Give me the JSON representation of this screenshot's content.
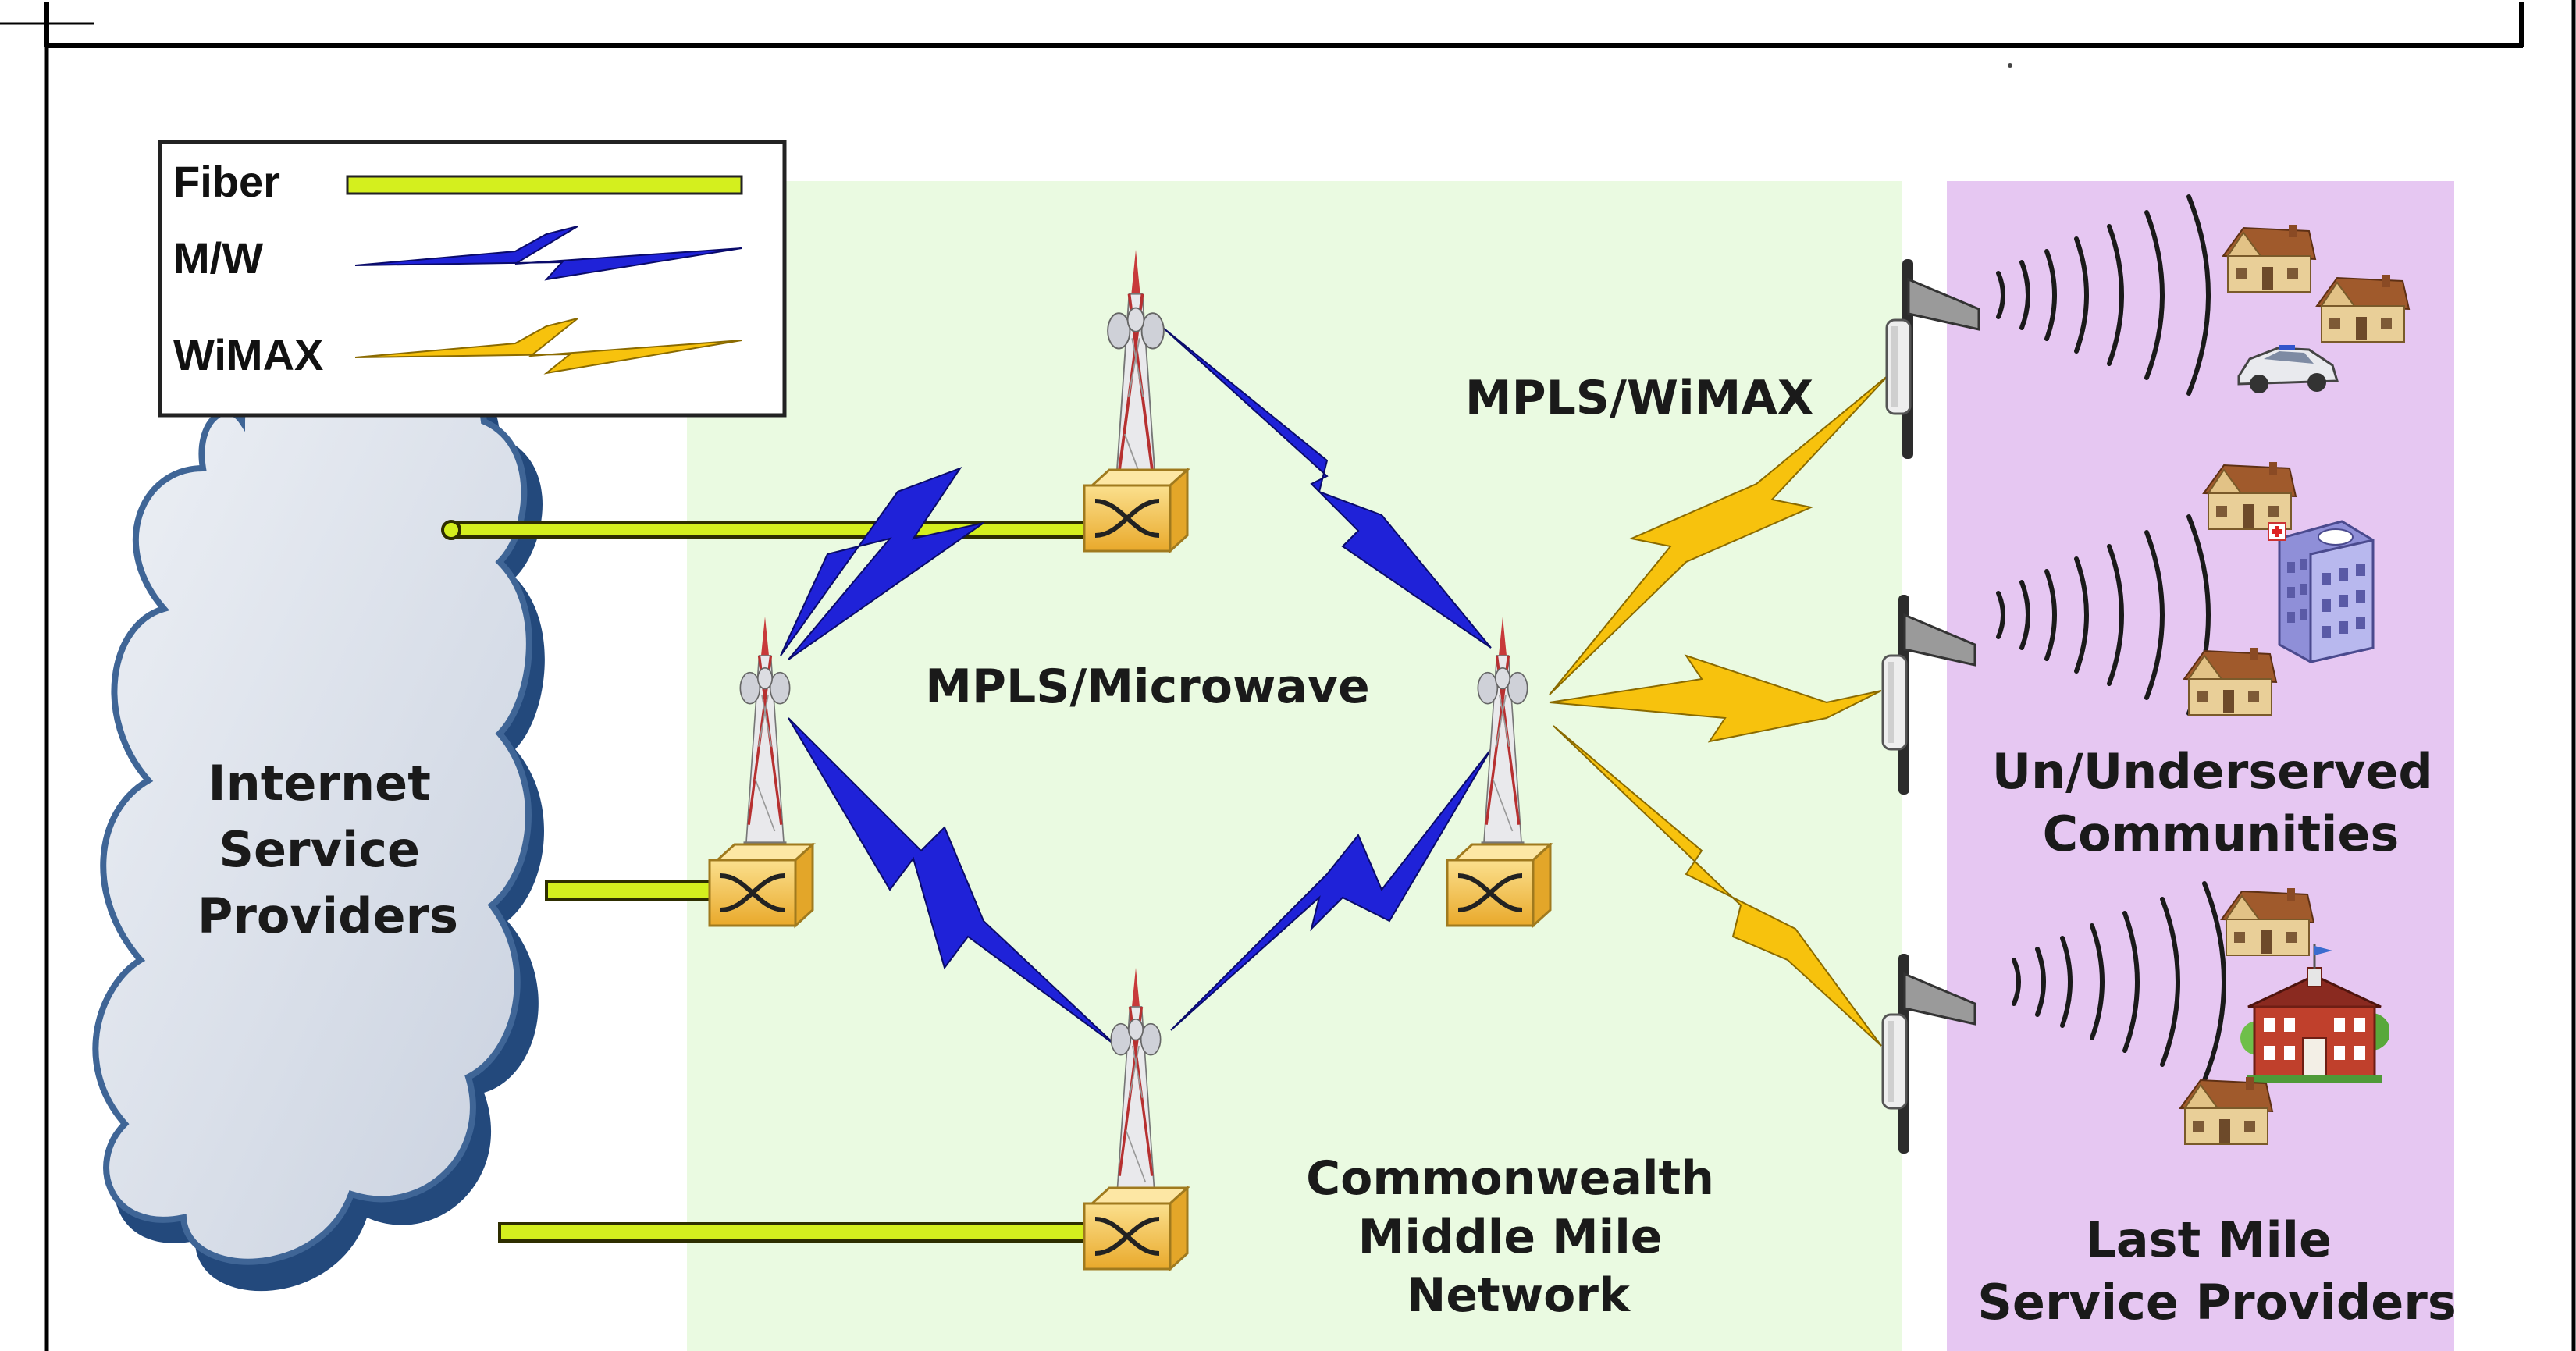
{
  "legend": {
    "fiber": "Fiber",
    "microwave": "M/W",
    "wimax": "WiMAX"
  },
  "labels": {
    "isp": [
      "Internet",
      "Service",
      "Providers"
    ],
    "microwave_ring": "MPLS/Microwave",
    "wimax_link": "MPLS/WiMAX",
    "middle_mile": [
      "Commonwealth",
      "Middle Mile",
      "Network"
    ],
    "communities": [
      "Un/Underserved",
      "Communities"
    ],
    "last_mile": [
      "Last Mile",
      "Service Providers"
    ]
  },
  "colors": {
    "fiber": "#d4ef1e",
    "microwave": "#1f22d8",
    "wimax": "#f7c20d",
    "middle_mile_bg": "#eafae1",
    "last_mile_bg": "#e6c7f2",
    "cloud": "#dfe3ec",
    "cloud_edge": "#3f6596",
    "switch": "#f4c44c"
  },
  "icons": {
    "tower": "cell-tower-icon",
    "switch": "router-switch-icon",
    "cloud": "cloud-icon",
    "antenna": "panel-antenna-icon",
    "house": "house-icon",
    "car": "car-icon",
    "hospital": "hospital-icon",
    "school": "school-icon"
  }
}
